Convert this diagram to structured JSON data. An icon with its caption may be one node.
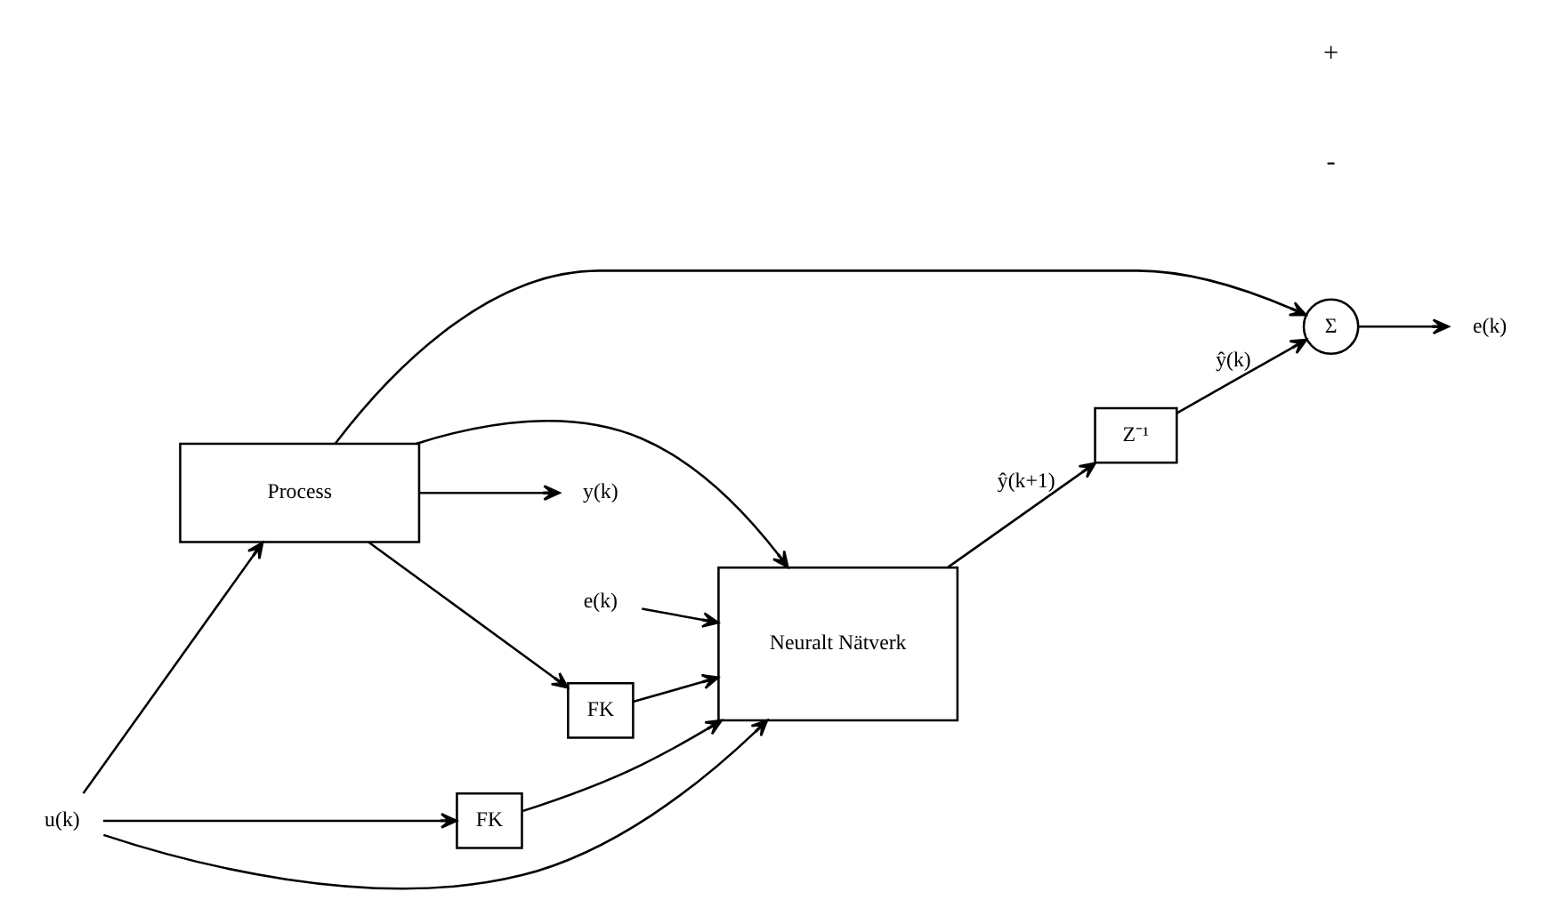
{
  "diagram": {
    "nodes": [
      {
        "text": [
          "u(k)"
        ]
      },
      {
        "text": [
          "Process"
        ]
      },
      {
        "text": [
          "y(k)"
        ]
      },
      {
        "text": [
          "FK"
        ]
      },
      {
        "text": [
          "FK"
        ]
      },
      {
        "text": [
          "e(k)"
        ]
      },
      {
        "text": [
          "Neuralt Nätverk"
        ]
      },
      {
        "text": [
          "Z⁻¹"
        ]
      },
      {
        "text": [
          "Σ"
        ]
      },
      {
        "text": [
          "e(k)"
        ]
      }
    ],
    "edges": [
      {
        "from": 0,
        "to": 1,
        "arrow": "to"
      },
      {
        "from": 0,
        "to": 3,
        "arrow": "to"
      },
      {
        "from": 0,
        "to": 6,
        "arrow": "to"
      },
      {
        "from": 1,
        "to": 2,
        "arrow": "to"
      },
      {
        "from": 1,
        "to": 4,
        "arrow": "to"
      },
      {
        "from": 1,
        "to": 6,
        "arrow": "to"
      },
      {
        "from": 1,
        "to": 8,
        "arrow": "to"
      },
      {
        "from": 3,
        "to": 6,
        "arrow": "to"
      },
      {
        "from": 4,
        "to": 6,
        "arrow": "to"
      },
      {
        "from": 5,
        "to": 6,
        "arrow": "to"
      },
      {
        "from": 6,
        "to": 7,
        "arrow": "to",
        "label": "ŷ(k+1)"
      },
      {
        "from": 7,
        "to": 8,
        "arrow": "to",
        "label": "ŷ(k)"
      },
      {
        "from": 8,
        "to": 9,
        "arrow": "to"
      }
    ],
    "labels": [
      "-",
      "+"
    ]
  }
}
